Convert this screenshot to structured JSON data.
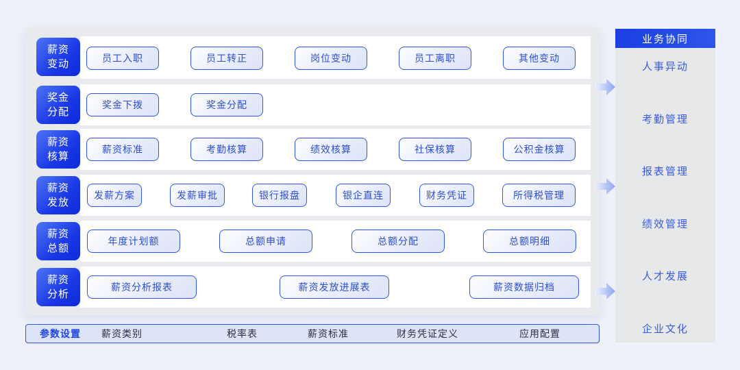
{
  "rows": [
    {
      "label": "薪资变动",
      "items": [
        "员工入职",
        "员工转正",
        "岗位变动",
        "员工离职",
        "其他变动"
      ]
    },
    {
      "label": "奖金分配",
      "items": [
        "奖金下拨",
        "奖金分配"
      ]
    },
    {
      "label": "薪资核算",
      "items": [
        "薪资标准",
        "考勤核算",
        "绩效核算",
        "社保核算",
        "公积金核算"
      ]
    },
    {
      "label": "薪资发放",
      "items": [
        "发薪方案",
        "发薪审批",
        "银行报盘",
        "银企直连",
        "财务凭证",
        "所得税管理"
      ]
    },
    {
      "label": "薪资总额",
      "items": [
        "年度计划额",
        "总额申请",
        "总额分配",
        "总额明细"
      ]
    },
    {
      "label": "薪资分析",
      "items": [
        "薪资分析报表",
        "薪资发放进展表",
        "薪资数据归档"
      ]
    }
  ],
  "config_bar": {
    "title": "参数设置",
    "items": [
      "薪资类别",
      "税率表",
      "薪资标准",
      "财务凭证定义",
      "应用配置"
    ]
  },
  "sidebar": {
    "title": "业务协同",
    "items": [
      "人事异动",
      "考勤管理",
      "报表管理",
      "绩效管理",
      "人才发展",
      "企业文化"
    ]
  },
  "icons": [
    "flow-arrow-icon",
    "flow-arrow-icon",
    "flow-arrow-icon"
  ],
  "colors": {
    "accent_blue": "#2f54eb",
    "label_gradient_start": "#4d74f4",
    "label_gradient_end": "#0c2ad8",
    "button_text": "#2d4ed3",
    "panel_bg": "#e9eaed",
    "page_bg": "#eef1f9",
    "sidebar_bg": "#e7e8ea",
    "config_bar_bg": "#dde3f8"
  }
}
